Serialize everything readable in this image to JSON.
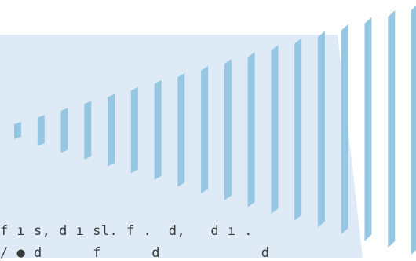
{
  "colors": {
    "background": "#ffffff",
    "panel": "#deebf6",
    "stripe": "#95c7e3",
    "text": "#3a3a3a"
  },
  "stripes": {
    "count": 18
  },
  "caption": {
    "line1": "f ı s, d ı sl. f .  d,   d ı .",
    "line2": "/ ● d      f      d            d"
  }
}
